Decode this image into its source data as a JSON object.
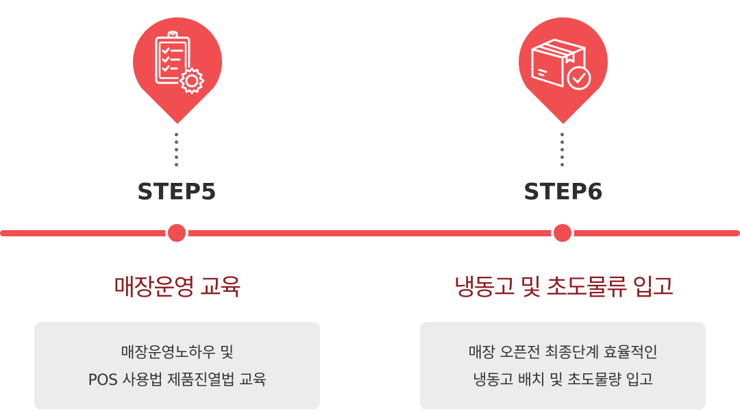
{
  "colors": {
    "accent": "#f04e50",
    "title": "#8c1c20",
    "box": "#ececec",
    "step": "#2e2e2e"
  },
  "steps": [
    {
      "icon": "clipboard-checklist-icon",
      "label": "STEP5",
      "title": "매장운영 교육",
      "description": [
        "매장운영노하우 및",
        "POS 사용법 제품진열법 교육"
      ]
    },
    {
      "icon": "package-check-icon",
      "label": "STEP6",
      "title": "냉동고 및 초도물류 입고",
      "description": [
        "매장 오픈전 최종단계 효율적인",
        "냉동고 배치 및 초도물량 입고"
      ]
    }
  ]
}
